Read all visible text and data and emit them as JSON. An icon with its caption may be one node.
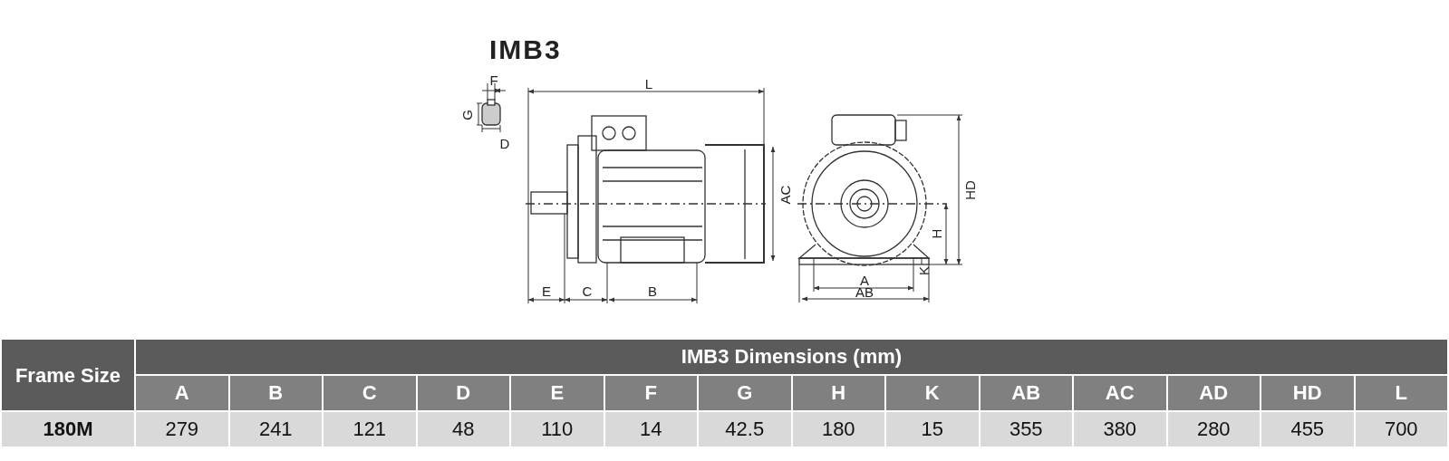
{
  "diagram": {
    "title": "IMB3",
    "labels": [
      "F",
      "L",
      "G",
      "D",
      "AC",
      "HD",
      "H",
      "K",
      "A",
      "E",
      "C",
      "B",
      "AB",
      "Frame Size",
      "IMB3 Dimensions (mm)",
      "A",
      "B",
      "C",
      "D",
      "E",
      "F",
      "G",
      "H",
      "K",
      "AB",
      "AC",
      "AD",
      "HD",
      "L",
      "180M",
      "279",
      "241",
      "121",
      "48",
      "110",
      "14",
      "42.5",
      "180",
      "15",
      "355",
      "380",
      "280",
      "455",
      "700"
    ]
  }
}
